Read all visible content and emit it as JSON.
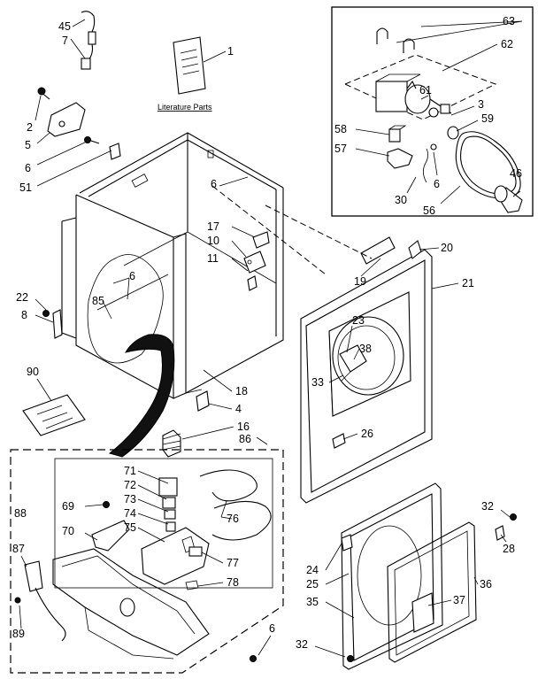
{
  "literature_caption": "Literature Parts",
  "callouts": [
    {
      "id": "c45",
      "text": "45"
    },
    {
      "id": "c7",
      "text": "7"
    },
    {
      "id": "c1",
      "text": "1"
    },
    {
      "id": "c63",
      "text": "63"
    },
    {
      "id": "c62",
      "text": "62"
    },
    {
      "id": "c61",
      "text": "61"
    },
    {
      "id": "c3",
      "text": "3"
    },
    {
      "id": "c59",
      "text": "59"
    },
    {
      "id": "c58",
      "text": "58"
    },
    {
      "id": "c57",
      "text": "57"
    },
    {
      "id": "c6a",
      "text": "6"
    },
    {
      "id": "c30",
      "text": "30"
    },
    {
      "id": "c56",
      "text": "56"
    },
    {
      "id": "c46",
      "text": "46"
    },
    {
      "id": "c2",
      "text": "2"
    },
    {
      "id": "c5",
      "text": "5"
    },
    {
      "id": "c6b",
      "text": "6"
    },
    {
      "id": "c51",
      "text": "51"
    },
    {
      "id": "c6c",
      "text": "6"
    },
    {
      "id": "c17",
      "text": "17"
    },
    {
      "id": "c10",
      "text": "10"
    },
    {
      "id": "c11",
      "text": "11"
    },
    {
      "id": "c20",
      "text": "20"
    },
    {
      "id": "c19",
      "text": "19"
    },
    {
      "id": "c21",
      "text": "21"
    },
    {
      "id": "c22",
      "text": "22"
    },
    {
      "id": "c8",
      "text": "8"
    },
    {
      "id": "c6d",
      "text": "6"
    },
    {
      "id": "c85",
      "text": "85"
    },
    {
      "id": "c23",
      "text": "23"
    },
    {
      "id": "c38",
      "text": "38"
    },
    {
      "id": "c33",
      "text": "33"
    },
    {
      "id": "c90",
      "text": "90"
    },
    {
      "id": "c18",
      "text": "18"
    },
    {
      "id": "c4",
      "text": "4"
    },
    {
      "id": "c16",
      "text": "16"
    },
    {
      "id": "c86",
      "text": "86"
    },
    {
      "id": "c26",
      "text": "26"
    },
    {
      "id": "c71",
      "text": "71"
    },
    {
      "id": "c72",
      "text": "72"
    },
    {
      "id": "c73",
      "text": "73"
    },
    {
      "id": "c74",
      "text": "74"
    },
    {
      "id": "c75",
      "text": "75"
    },
    {
      "id": "c88",
      "text": "88"
    },
    {
      "id": "c69",
      "text": "69"
    },
    {
      "id": "c76",
      "text": "76"
    },
    {
      "id": "c70",
      "text": "70"
    },
    {
      "id": "c77",
      "text": "77"
    },
    {
      "id": "c78",
      "text": "78"
    },
    {
      "id": "c87",
      "text": "87"
    },
    {
      "id": "c89",
      "text": "89"
    },
    {
      "id": "c6e",
      "text": "6"
    },
    {
      "id": "c32a",
      "text": "32"
    },
    {
      "id": "c28",
      "text": "28"
    },
    {
      "id": "c24",
      "text": "24"
    },
    {
      "id": "c25",
      "text": "25"
    },
    {
      "id": "c35",
      "text": "35"
    },
    {
      "id": "c37",
      "text": "37"
    },
    {
      "id": "c36",
      "text": "36"
    },
    {
      "id": "c32b",
      "text": "32"
    }
  ]
}
